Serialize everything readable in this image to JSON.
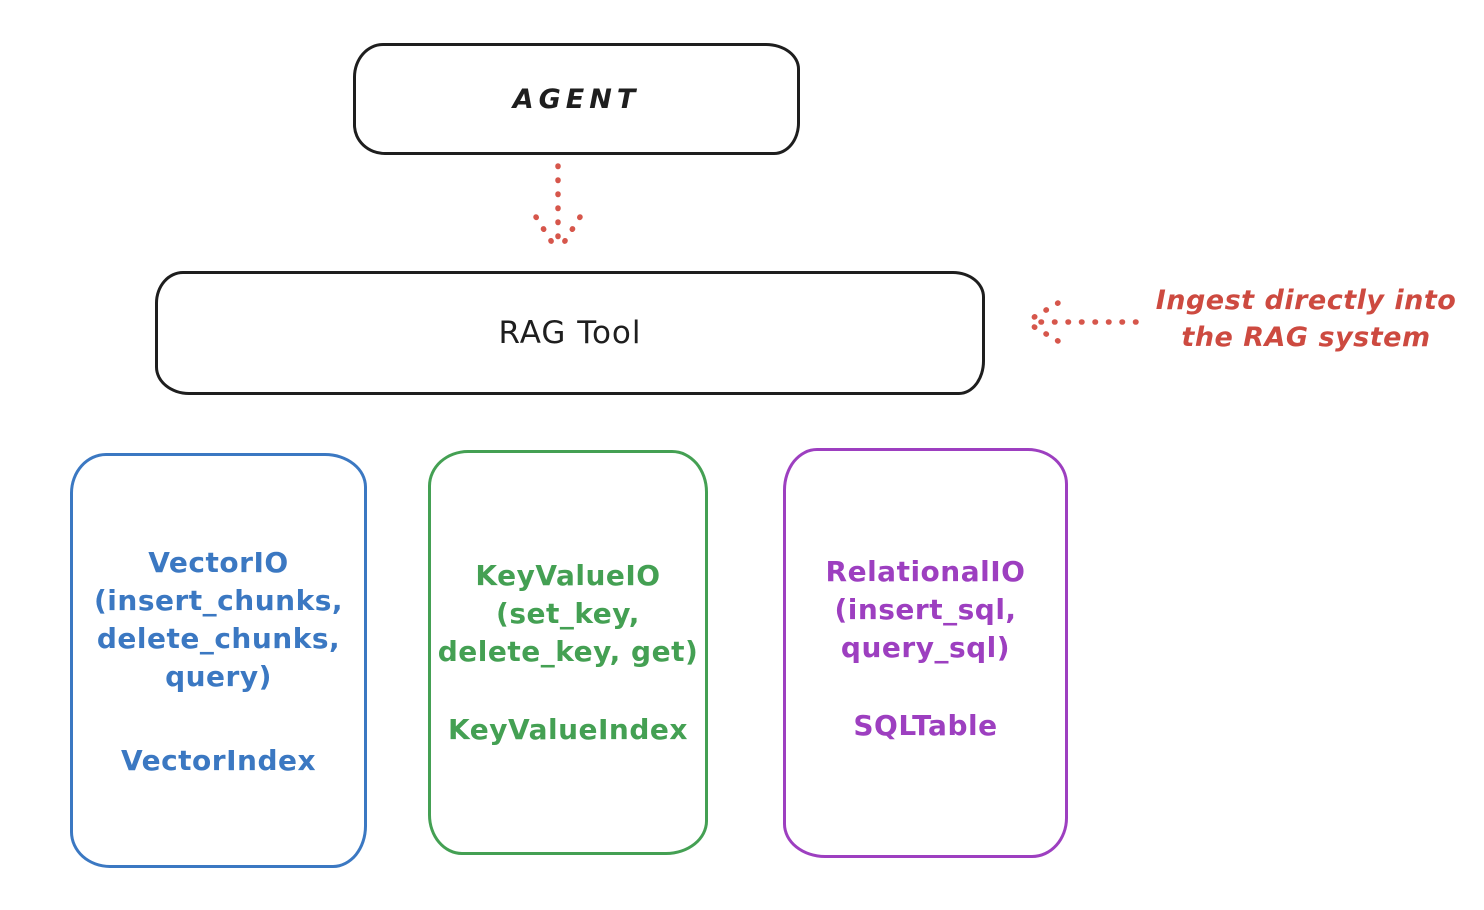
{
  "page": {
    "background": "#ffffff",
    "stroke_color": "#1e1e1e",
    "accent_red": "#cd4a40"
  },
  "diagram": {
    "agent_box": {
      "label": "AGENT"
    },
    "rag_tool_box": {
      "label": "RAG Tool"
    },
    "annotation": {
      "line1": "Ingest directly into",
      "line2": "the RAG system",
      "color": "#cd4a40"
    },
    "arrows": [
      {
        "name": "agent-to-rag-tool",
        "style": "dotted",
        "direction": "down",
        "color": "#d6564b"
      },
      {
        "name": "annotation-to-rag-tool",
        "style": "dotted",
        "direction": "left",
        "color": "#d6564b"
      }
    ],
    "storage_boxes": [
      {
        "id": "vector-io",
        "accent": "#3b78c2",
        "lines": [
          "VectorIO",
          "(insert_chunks,",
          "delete_chunks,",
          "query)"
        ],
        "index_label": "VectorIndex"
      },
      {
        "id": "keyvalue-io",
        "accent": "#44a053",
        "lines": [
          "KeyValueIO",
          "(set_key,",
          "delete_key, get)"
        ],
        "index_label": "KeyValueIndex"
      },
      {
        "id": "relational-io",
        "accent": "#9d3fc0",
        "lines": [
          "RelationalIO",
          "(insert_sql,",
          "query_sql)"
        ],
        "index_label": "SQLTable"
      }
    ]
  }
}
